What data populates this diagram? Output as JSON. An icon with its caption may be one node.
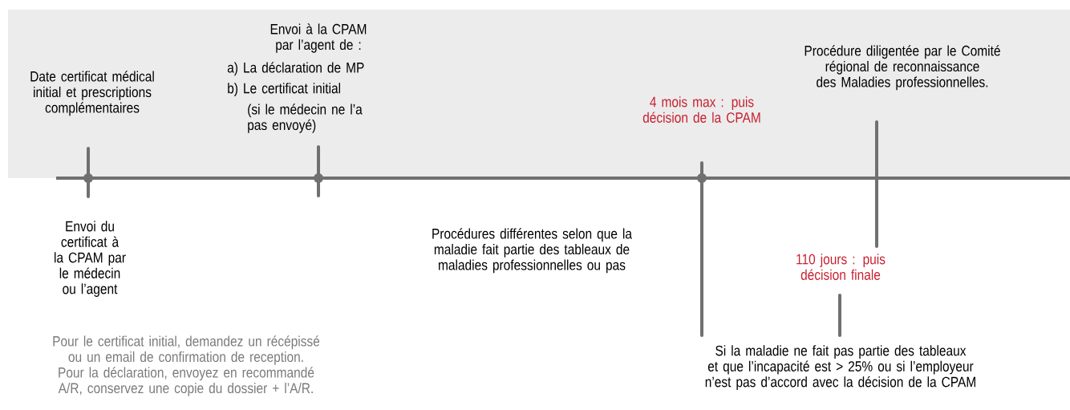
{
  "diagram": {
    "labels": [
      "Date certificat médical initial et prescriptions complémentaires",
      "Envoi à la CPAM par l’agent de :",
      "a) La déclaration de MP",
      "b) Le certificat initial",
      "(si le médecin ne l’a pas envoyé)",
      "4 mois max : puis décision de la CPAM",
      "Procédure diligentée par le Comité régional de reconnaissance des Maladies professionnelles.",
      "Envoi du certificat à la CPAM par le médecin ou l’agent",
      "Procédures différentes selon que la maladie fait partie des tableaux de maladies professionnelles ou pas",
      "110 jours : puis décision finale",
      "Pour le certificat initial, demandez un récépissé ou un email de confirmation de reception. Pour la déclaration, envoyez en recommandé A/R, conservez une copie du dossier + l’A/R.",
      "Si la maladie ne fait pas partie des tableaux et que l’incapacité est > 25% ou si l’employeur n’est pas d’accord avec la décision de la CPAM"
    ]
  }
}
